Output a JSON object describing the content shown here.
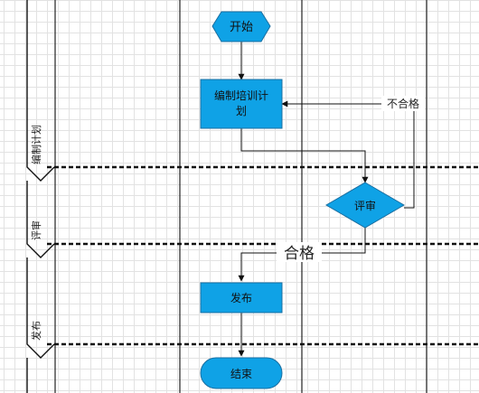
{
  "colors": {
    "shape_fill": "#0fa2e6",
    "shape_stroke": "#1a6ea0",
    "line": "#111111",
    "grid": "#e2e2e2"
  },
  "lanes": [
    {
      "label": "编制计划"
    },
    {
      "label": "评审"
    },
    {
      "label": "发布"
    }
  ],
  "nodes": {
    "start": "开始",
    "plan": "编制培训计划",
    "review": "评审",
    "publish": "发布",
    "end": "结束"
  },
  "edges": {
    "reject_label": "不合格",
    "pass_label": "合格"
  }
}
